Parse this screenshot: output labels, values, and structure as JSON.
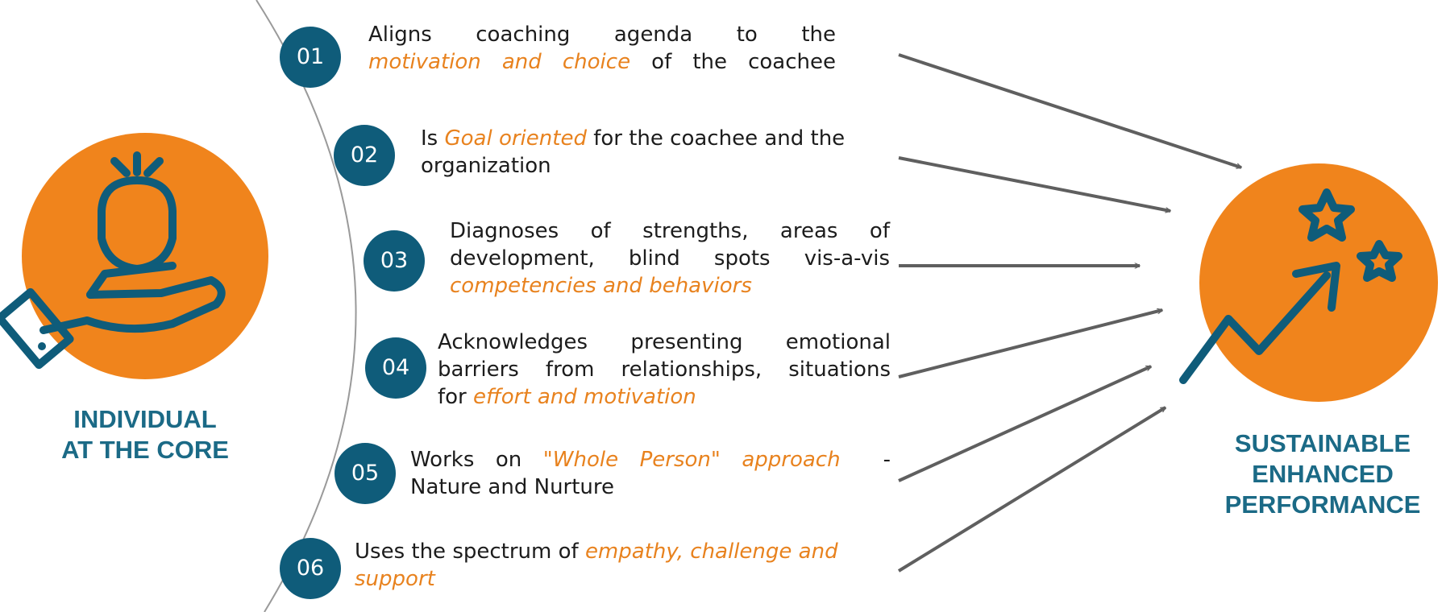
{
  "left_label": {
    "line1": "INDIVIDUAL",
    "line2": "AT THE CORE"
  },
  "right_label": {
    "line1": "SUSTAINABLE",
    "line2": "ENHANCED",
    "line3": "PERFORMANCE"
  },
  "colors": {
    "orange": "#f0841c",
    "teal": "#0f5c7a",
    "label_teal": "#1b6a86",
    "highlight": "#e8821e",
    "arrow": "#5f5f5f"
  },
  "icons": {
    "left": "hand-holding-person-icon",
    "right": "stars-growth-arrow-icon"
  },
  "items": [
    {
      "number": "01",
      "lines": [
        [
          {
            "t": "Aligns    coaching    agenda    to    the",
            "h": false
          }
        ],
        [
          {
            "t": "motivation and choice",
            "h": true
          },
          {
            "t": " of the coachee",
            "h": false
          }
        ]
      ]
    },
    {
      "number": "02",
      "lines": [
        [
          {
            "t": "Is ",
            "h": false
          },
          {
            "t": "Goal oriented",
            "h": true
          },
          {
            "t": " for the coachee and the",
            "h": false
          }
        ],
        [
          {
            "t": "organization",
            "h": false
          }
        ]
      ]
    },
    {
      "number": "03",
      "lines": [
        [
          {
            "t": "Diagnoses  of  strengths,  areas  of",
            "h": false
          }
        ],
        [
          {
            "t": "development, blind spots vis-a-vis",
            "h": false
          }
        ],
        [
          {
            "t": "competencies and behaviors",
            "h": true
          }
        ]
      ]
    },
    {
      "number": "04",
      "lines": [
        [
          {
            "t": "Acknowledges  presenting  emotional",
            "h": false
          }
        ],
        [
          {
            "t": "barriers from relationships, situations",
            "h": false
          }
        ],
        [
          {
            "t": "for ",
            "h": false
          },
          {
            "t": "effort and motivation",
            "h": true
          }
        ]
      ]
    },
    {
      "number": "05",
      "lines": [
        [
          {
            "t": "Works on ",
            "h": false
          },
          {
            "t": "\"Whole Person\" approach",
            "h": true
          },
          {
            "t": "  -",
            "h": false
          }
        ],
        [
          {
            "t": "Nature and Nurture",
            "h": false
          }
        ]
      ]
    },
    {
      "number": "06",
      "lines": [
        [
          {
            "t": "Uses the spectrum of ",
            "h": false
          },
          {
            "t": "empathy, challenge and",
            "h": true
          }
        ],
        [
          {
            "t": "support",
            "h": true
          }
        ]
      ]
    }
  ]
}
